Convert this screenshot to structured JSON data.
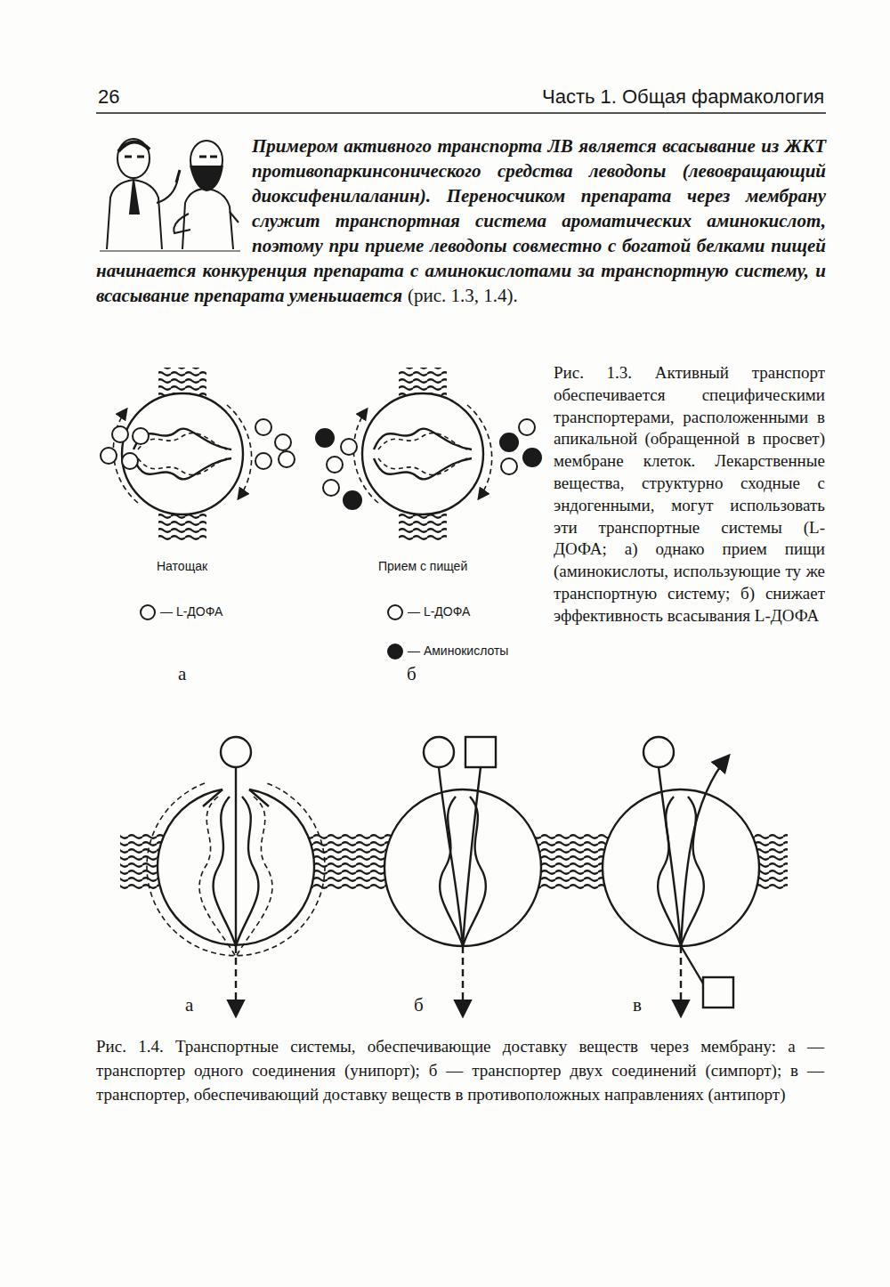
{
  "diagram": {
    "caption": "Рис. 1.4. Транспортные системы, обеспечивающие доставку веществ через мембрану: а — транспортер одного соединения (унипорт); б — транспортер двух соединений (симпорт); в — транспортер, обеспечивающий доставку веществ в противоположных направлениях (антипорт)",
    "labels": [
      "26",
      "Часть 1. Общая фармакология",
      "Примером активного транспорта ЛВ является всасывание из ЖКТ противопаркинсонического средства леводопы (левовращающий диоксифенилаланин). Переносчиком препарата через мембрану служит транспортная система ароматических аминокислот, поэтому при приеме леводопы совместно с богатой белками пищей начинается конкуренция препарата с аминокислотами за транспортную систему, и всасывание препарата уменьшается",
      "(рис. 1.3, 1.4).",
      "Натощак",
      "а",
      "Прием с пищей",
      "б",
      "Рис. 1.3. Активный транспорт обеспечивается специфическими транспортерами, расположенными в апикальной (обращенной в просвет) мембране клеток. Лекарственные вещества, структурно сходные с эндогенными, могут использовать эти транспортные системы (L-ДОФА; а) однако прием пищи (аминокислоты, использующие ту же транспортную систему; б) снижает эффективность всасывания L-ДОФА",
      "а",
      "б",
      "в"
    ],
    "legend": [
      {
        "text": "— L-ДОФА"
      },
      {
        "text": "— L-ДОФА"
      },
      {
        "text": "— Аминокислоты"
      }
    ]
  }
}
